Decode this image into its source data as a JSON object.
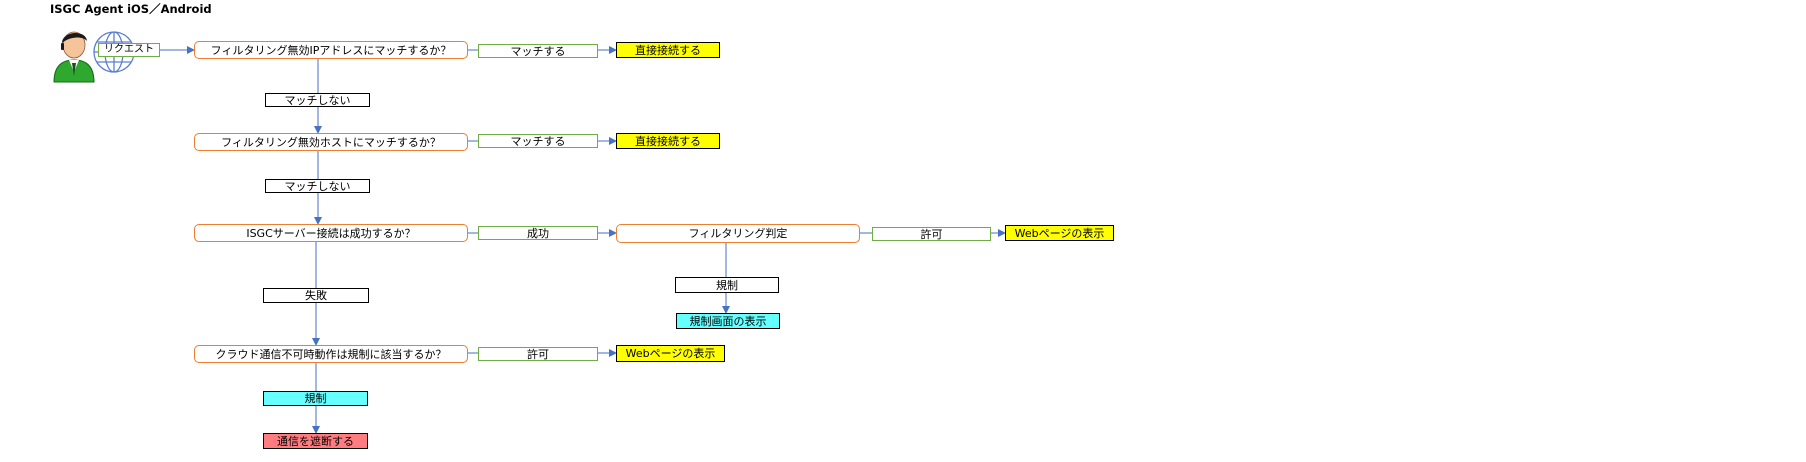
{
  "title": "ISGC Agent iOS／Android",
  "request_label": "リクエスト",
  "nodes": {
    "q1": "フィルタリング無効IPアドレスにマッチするか？",
    "q1_match": "マッチする",
    "q1_result": "直接接続する",
    "q1_nomatch": "マッチしない",
    "q2": "フィルタリング無効ホストにマッチするか？",
    "q2_match": "マッチする",
    "q2_result": "直接接続する",
    "q2_nomatch": "マッチしない",
    "q3": "ISGCサーバー接続は成功するか？",
    "q3_success": "成功",
    "filter": "フィルタリング判定",
    "filter_allow": "許可",
    "filter_allow_result": "Webページの表示",
    "filter_block": "規制",
    "filter_block_result": "規制画面の表示",
    "q3_fail": "失敗",
    "q4": "クラウド通信不可時動作は規制に該当するか？",
    "q4_allow": "許可",
    "q4_allow_result": "Webページの表示",
    "q4_block": "規制",
    "q4_block_result": "通信を遮断する"
  },
  "colors": {
    "question_border": "#ed7d31",
    "condition_border": "#70ad47",
    "connector": "#4472c4",
    "result_yellow": "#ffff00",
    "result_cyan": "#66ffff",
    "result_red": "#ff7c80"
  },
  "icons": [
    "user-icon",
    "globe-icon"
  ]
}
